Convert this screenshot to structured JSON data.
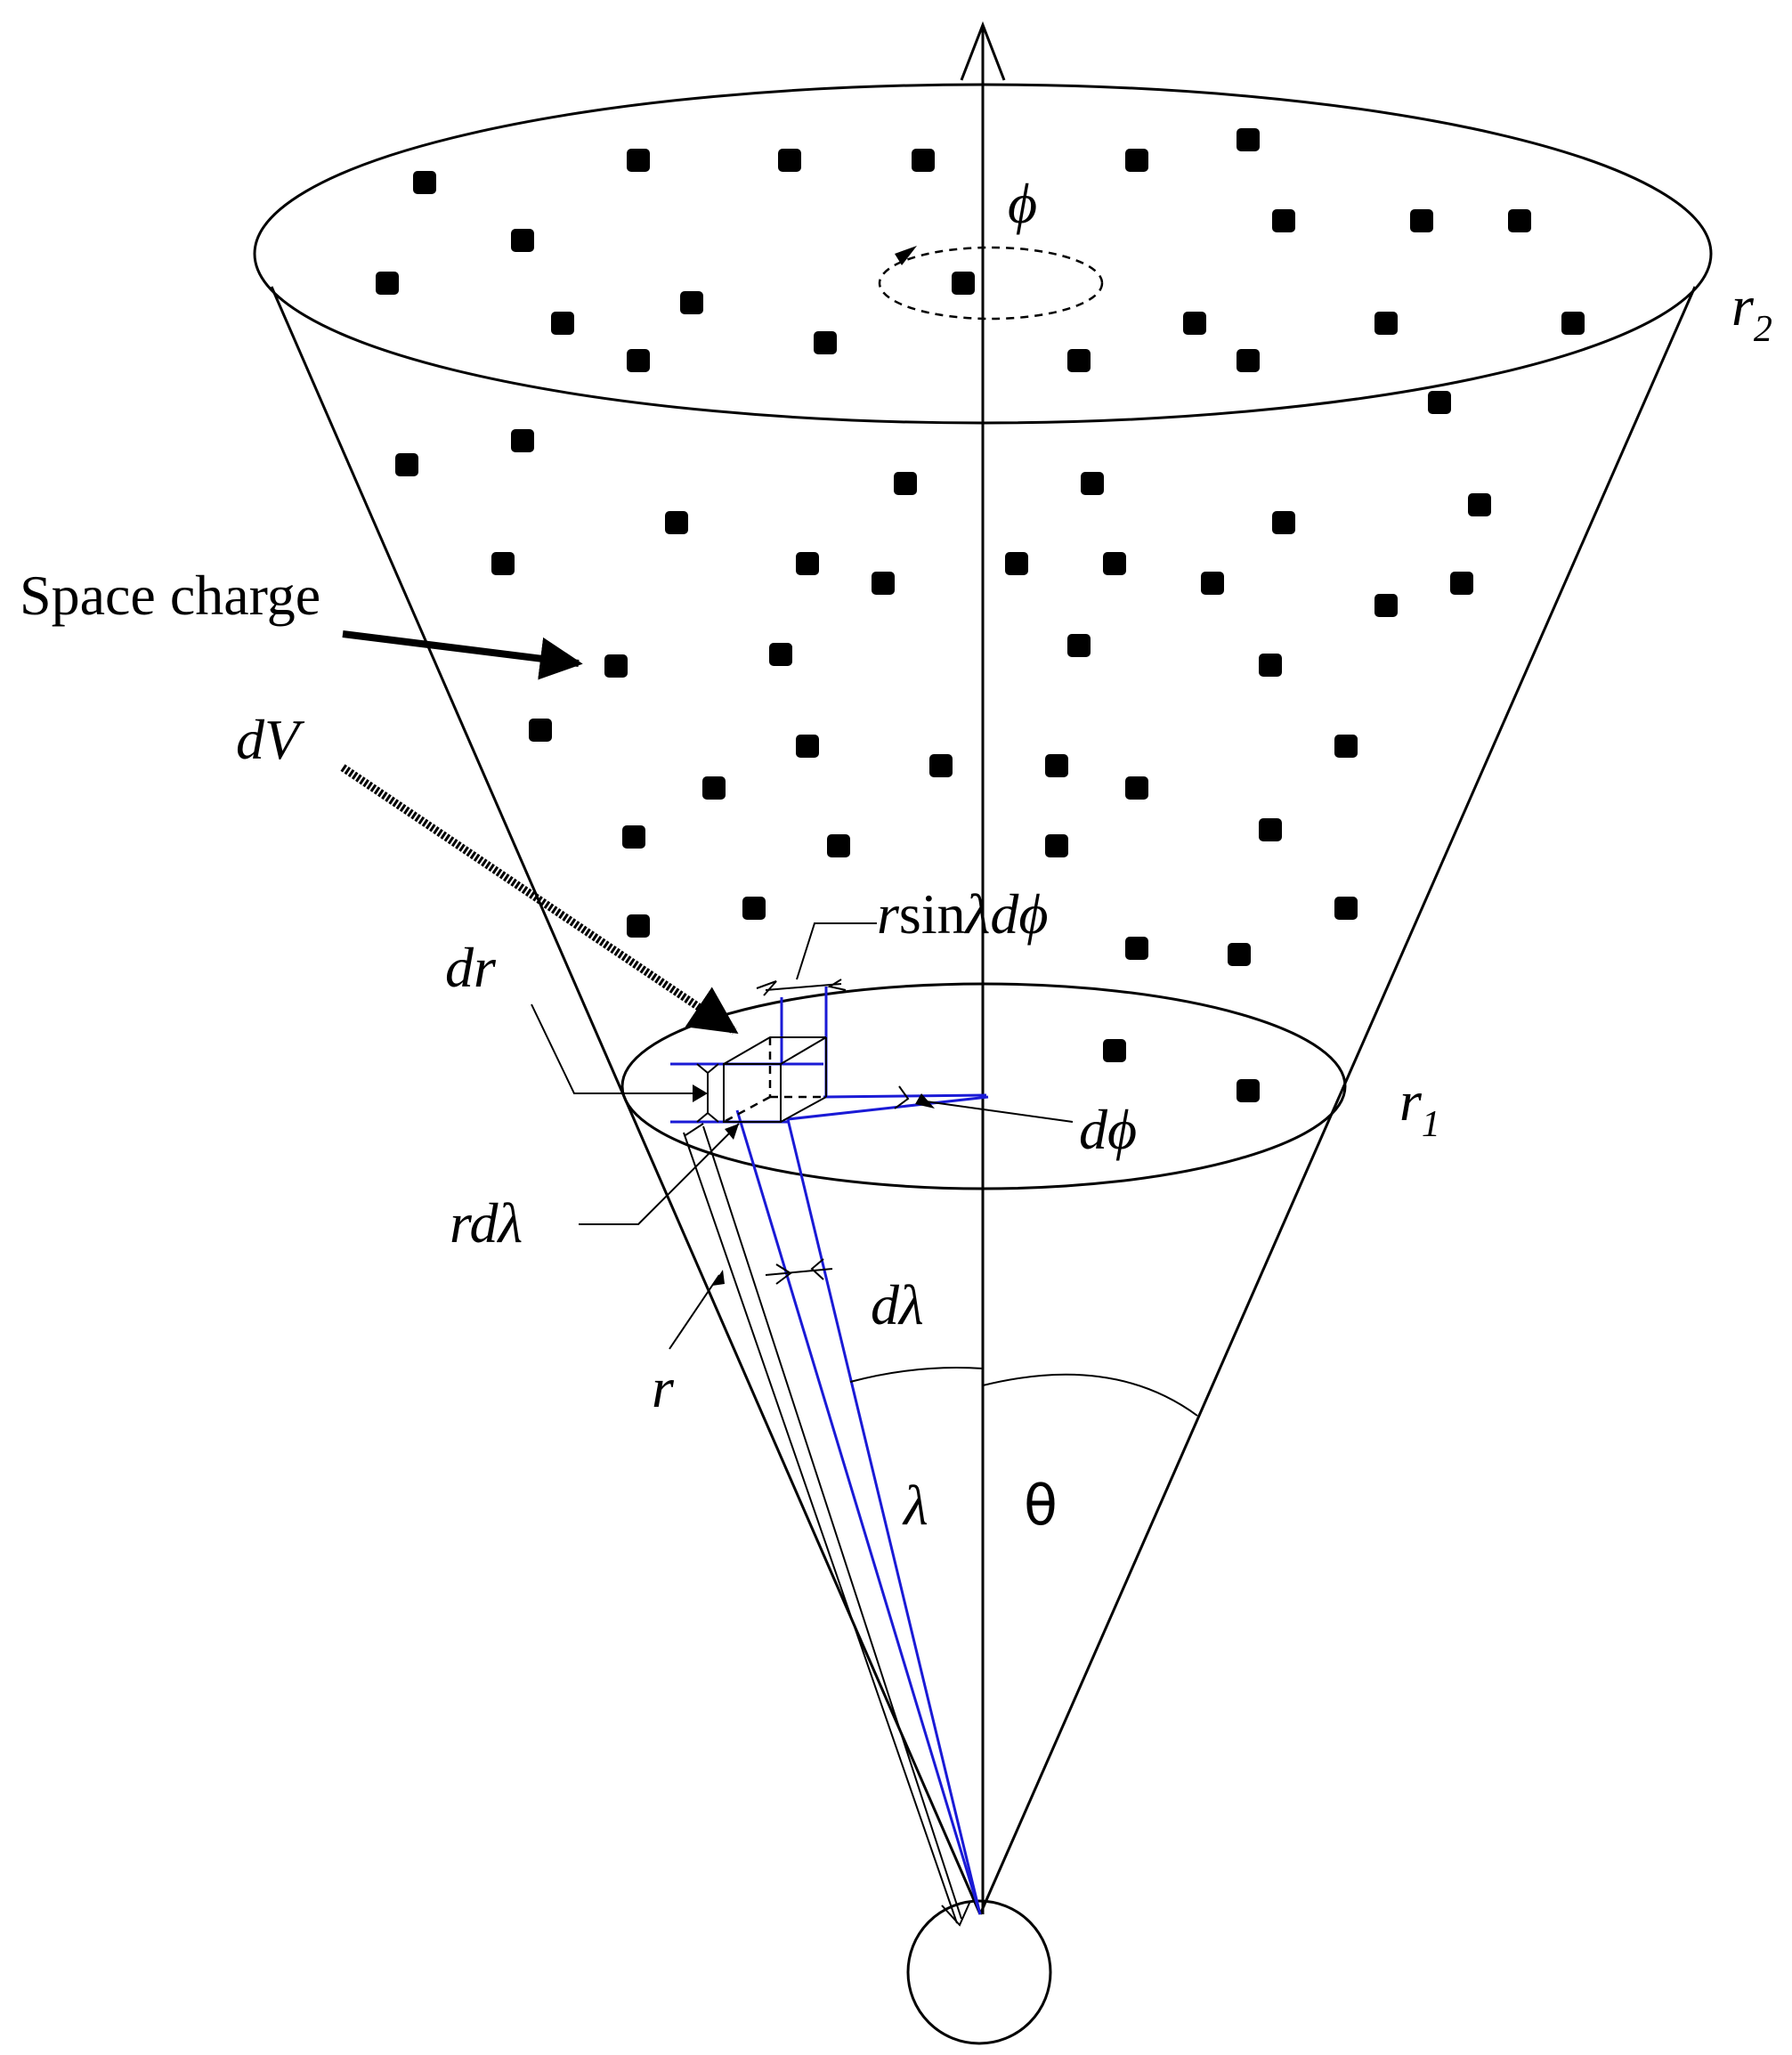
{
  "labels": {
    "space_charge": "Space charge",
    "dV": "dV",
    "dr": "dr",
    "r_sin_lambda_dphi_r": "r",
    "r_sin_lambda_dphi_sin": "sin",
    "r_sin_lambda_dphi_rest": "λdϕ",
    "dphi": "dϕ",
    "rdlambda": "rdλ",
    "dlambda": "dλ",
    "r": "r",
    "lambda": "λ",
    "theta": "θ",
    "phi": "ϕ",
    "r1_base": "r",
    "r1_sub": "1",
    "r2_base": "r",
    "r2_sub": "2"
  },
  "colors": {
    "line": "#000000",
    "blue": "#1a1ad6",
    "background": "#ffffff"
  }
}
